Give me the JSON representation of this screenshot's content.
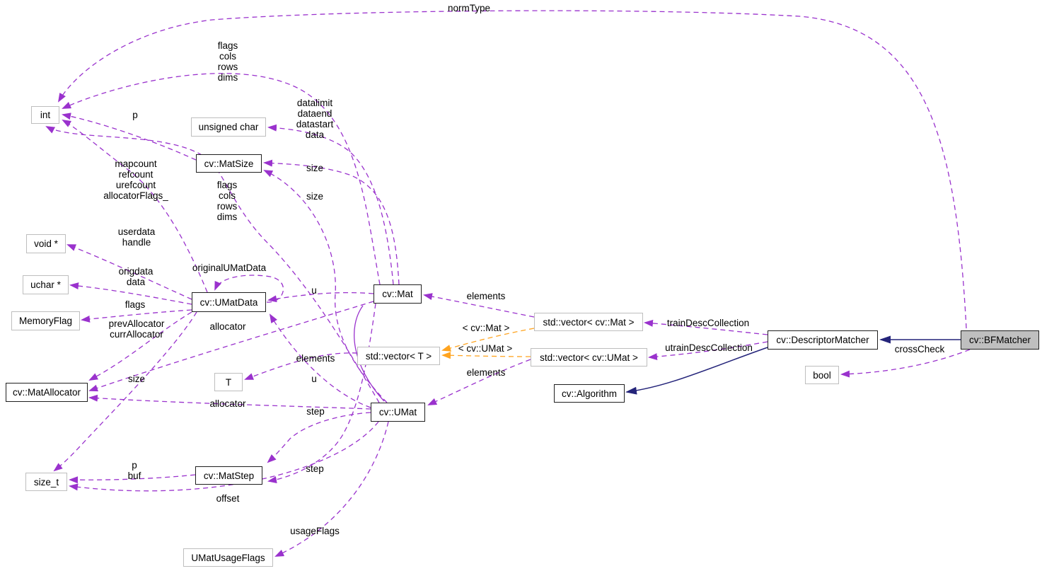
{
  "colors": {
    "usage_edge": "#9a32cd",
    "template_edge": "#ffa420",
    "inheritance_edge": "#24247a",
    "node_background": "#ffffff",
    "highlight_fill": "#bfbfbf",
    "plain_border": "#bebebe",
    "documented_border": "#1f1f1f"
  },
  "nodes": {
    "int": "int",
    "unsigned_char": "unsigned char",
    "matsize": "cv::MatSize",
    "void_ptr": "void *",
    "uchar_ptr": "uchar *",
    "memory_flag": "MemoryFlag",
    "umatdata": "cv::UMatData",
    "mat": "cv::Mat",
    "vector_t": "std::vector< T >",
    "vector_mat": "std::vector< cv::Mat >",
    "vector_umat": "std::vector< cv::UMat >",
    "descriptor_matcher": "cv::DescriptorMatcher",
    "bfmatcher": "cv::BFMatcher",
    "bool": "bool",
    "algorithm": "cv::Algorithm",
    "matallocator": "cv::MatAllocator",
    "t": "T",
    "umat": "cv::UMat",
    "size_t": "size_t",
    "matstep": "cv::MatStep",
    "umat_usage_flags": "UMatUsageFlags"
  },
  "edge_labels": {
    "normType": "normType",
    "mat_int": "flags\ncols\nrows\ndims",
    "matsize_int": "p",
    "mat_uchar": "datalimit\ndataend\ndatastart\ndata",
    "umatdata_int": "mapcount\nrefcount\nurefcount\nallocatorFlags_",
    "mat_size": "size",
    "umat_size": "size",
    "umat_int": "flags\ncols\nrows\ndims",
    "umatdata_void": "userdata\nhandle",
    "umatdata_uchar": "origdata\ndata",
    "self_loop": "originalUMatData",
    "umatdata_memflag": "flags",
    "umatdata_alloc": "prevAllocator\ncurrAllocator",
    "mat_alloc": "allocator",
    "umat_alloc": "allocator",
    "mat_u": "u",
    "umat_u": "u",
    "vecmat_elements": "elements",
    "vecumat_elements": "elements",
    "vect_elements": "elements",
    "tmpl_mat": "< cv::Mat >",
    "tmpl_umat": "< cv::UMat >",
    "train": "trainDescCollection",
    "utrain": "utrainDescCollection",
    "crossCheck": "crossCheck",
    "umatdata_size": "size",
    "umat_step": "step",
    "mat_step": "step",
    "matstep_sizet": "p\nbuf",
    "offset": "offset",
    "usageFlags": "usageFlags"
  }
}
